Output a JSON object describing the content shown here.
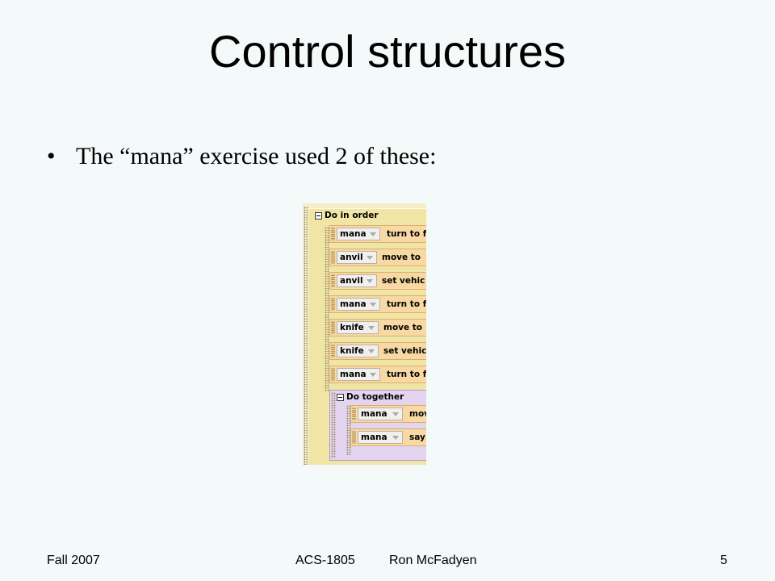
{
  "slide": {
    "title": "Control structures",
    "bullet_marker": "•",
    "bullet_text": "The “mana” exercise used 2 of these:"
  },
  "code": {
    "do_in_order_label": "Do in order",
    "statements": [
      {
        "object": "mana",
        "method": "turn to fa"
      },
      {
        "object": "anvil",
        "method": "move to"
      },
      {
        "object": "anvil",
        "method": "set vehic"
      },
      {
        "object": "mana",
        "method": "turn to fa"
      },
      {
        "object": "knife",
        "method": "move to"
      },
      {
        "object": "knife",
        "method": "set vehic"
      },
      {
        "object": "mana",
        "method": "turn to fa"
      }
    ],
    "do_together_label": "Do together",
    "together_statements": [
      {
        "object": "mana",
        "method": "mov"
      },
      {
        "object": "mana",
        "method": "say"
      }
    ]
  },
  "footer": {
    "term": "Fall 2007",
    "course": "ACS-1805",
    "author": "Ron McFadyen",
    "page_number": "5"
  },
  "colors": {
    "background": "#f4f9f9",
    "do_in_order": "#f1e5a6",
    "statement": "#f8d9a4",
    "do_together": "#e4d4f0"
  }
}
